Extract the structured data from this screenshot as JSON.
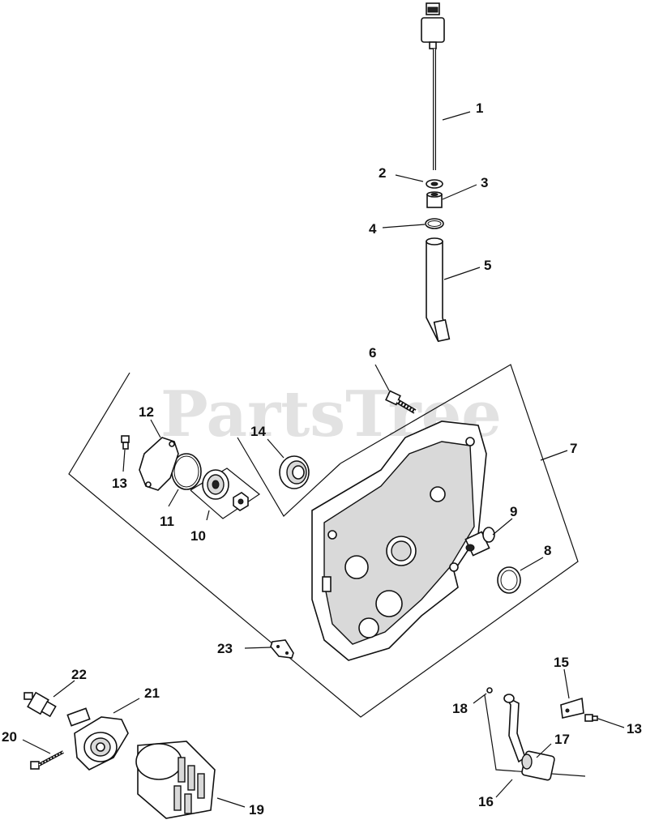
{
  "watermark": "PartsTree",
  "callouts": [
    {
      "id": "c1",
      "text": "1"
    },
    {
      "id": "c2",
      "text": "2"
    },
    {
      "id": "c3",
      "text": "3"
    },
    {
      "id": "c4",
      "text": "4"
    },
    {
      "id": "c5",
      "text": "5"
    },
    {
      "id": "c6",
      "text": "6"
    },
    {
      "id": "c7",
      "text": "7"
    },
    {
      "id": "c8",
      "text": "8"
    },
    {
      "id": "c9",
      "text": "9"
    },
    {
      "id": "c10",
      "text": "10"
    },
    {
      "id": "c11",
      "text": "11"
    },
    {
      "id": "c12",
      "text": "12"
    },
    {
      "id": "c13a",
      "text": "13"
    },
    {
      "id": "c14",
      "text": "14"
    },
    {
      "id": "c15",
      "text": "15"
    },
    {
      "id": "c13b",
      "text": "13"
    },
    {
      "id": "c16",
      "text": "16"
    },
    {
      "id": "c17",
      "text": "17"
    },
    {
      "id": "c18",
      "text": "18"
    },
    {
      "id": "c19",
      "text": "19"
    },
    {
      "id": "c20",
      "text": "20"
    },
    {
      "id": "c21",
      "text": "21"
    },
    {
      "id": "c22",
      "text": "22"
    },
    {
      "id": "c23",
      "text": "23"
    }
  ]
}
